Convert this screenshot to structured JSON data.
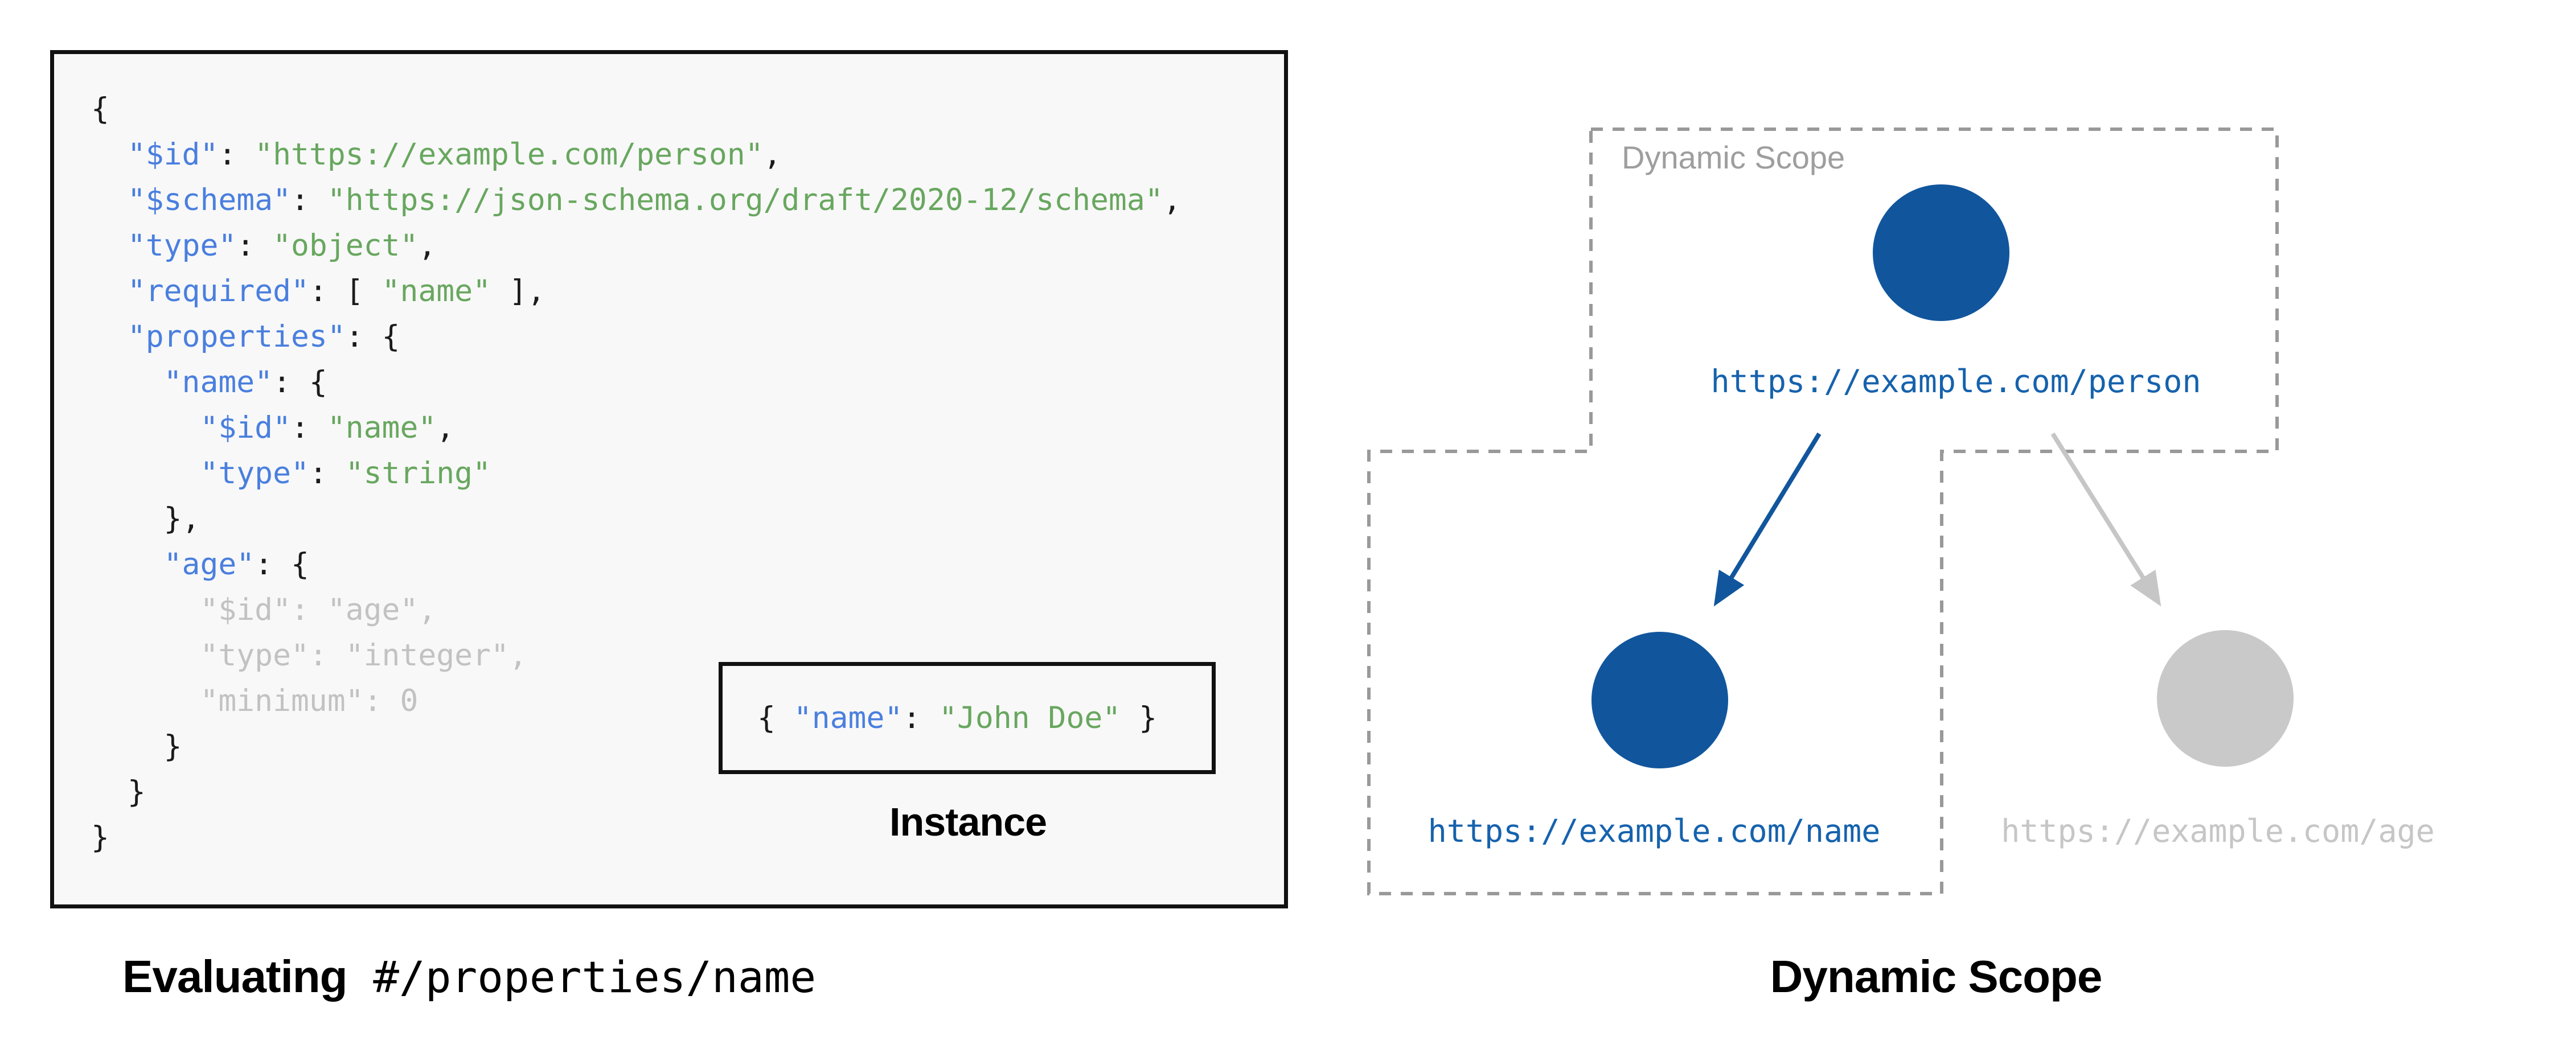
{
  "colors": {
    "panel_bg": "#F8F8F8",
    "panel_border": "#111111",
    "key": "#4A7FDE",
    "string": "#68A75F",
    "punct": "#1B1B1B",
    "muted": "#C2C2C2",
    "node_blue": "#11569D",
    "url_blue": "#1662AD",
    "node_gray": "#C9C9C9",
    "url_gray": "#C6C6C6",
    "arrow_gray": "#C6C6C6",
    "dash": "#999999",
    "scope_label": "#9E9E9E",
    "caption": "#000000"
  },
  "schema_panel": {
    "code_lines": [
      [
        [
          "p",
          "{"
        ]
      ],
      [
        [
          "p",
          "  "
        ],
        [
          "k",
          "\"$id\""
        ],
        [
          "p",
          ": "
        ],
        [
          "s",
          "\"https://example.com/person\""
        ],
        [
          "p",
          ","
        ]
      ],
      [
        [
          "p",
          "  "
        ],
        [
          "k",
          "\"$schema\""
        ],
        [
          "p",
          ": "
        ],
        [
          "s",
          "\"https://json-schema.org/draft/2020-12/schema\""
        ],
        [
          "p",
          ","
        ]
      ],
      [
        [
          "p",
          "  "
        ],
        [
          "k",
          "\"type\""
        ],
        [
          "p",
          ": "
        ],
        [
          "s",
          "\"object\""
        ],
        [
          "p",
          ","
        ]
      ],
      [
        [
          "p",
          "  "
        ],
        [
          "k",
          "\"required\""
        ],
        [
          "p",
          ": [ "
        ],
        [
          "s",
          "\"name\""
        ],
        [
          "p",
          " ],"
        ]
      ],
      [
        [
          "p",
          "  "
        ],
        [
          "k",
          "\"properties\""
        ],
        [
          "p",
          ": {"
        ]
      ],
      [
        [
          "p",
          "    "
        ],
        [
          "k",
          "\"name\""
        ],
        [
          "p",
          ": {"
        ]
      ],
      [
        [
          "p",
          "      "
        ],
        [
          "k",
          "\"$id\""
        ],
        [
          "p",
          ": "
        ],
        [
          "s",
          "\"name\""
        ],
        [
          "p",
          ","
        ]
      ],
      [
        [
          "p",
          "      "
        ],
        [
          "k",
          "\"type\""
        ],
        [
          "p",
          ": "
        ],
        [
          "s",
          "\"string\""
        ]
      ],
      [
        [
          "p",
          "    },"
        ]
      ],
      [
        [
          "p",
          "    "
        ],
        [
          "k",
          "\"age\""
        ],
        [
          "p",
          ": {"
        ]
      ],
      [
        [
          "g",
          "      \"$id\": \"age\","
        ]
      ],
      [
        [
          "g",
          "      \"type\": \"integer\","
        ]
      ],
      [
        [
          "g",
          "      \"minimum\": 0"
        ]
      ],
      [
        [
          "p",
          "    }"
        ]
      ],
      [
        [
          "p",
          "  }"
        ]
      ],
      [
        [
          "p",
          "}"
        ]
      ]
    ],
    "instance_code": [
      [
        [
          "p",
          "{ "
        ],
        [
          "k",
          "\"name\""
        ],
        [
          "p",
          ": "
        ],
        [
          "s",
          "\"John Doe\""
        ],
        [
          "p",
          " }"
        ]
      ]
    ],
    "instance_label": "Instance",
    "caption_bold": "Evaluating",
    "caption_pointer": " #/properties/name"
  },
  "scope_diagram": {
    "scope_label": "Dynamic Scope",
    "caption": "Dynamic Scope",
    "nodes": [
      {
        "id": "person",
        "url": "https://example.com/person",
        "state": "in-scope"
      },
      {
        "id": "name",
        "url": "https://example.com/name",
        "state": "in-scope"
      },
      {
        "id": "age",
        "url": "https://example.com/age",
        "state": "out-of-scope"
      }
    ]
  }
}
